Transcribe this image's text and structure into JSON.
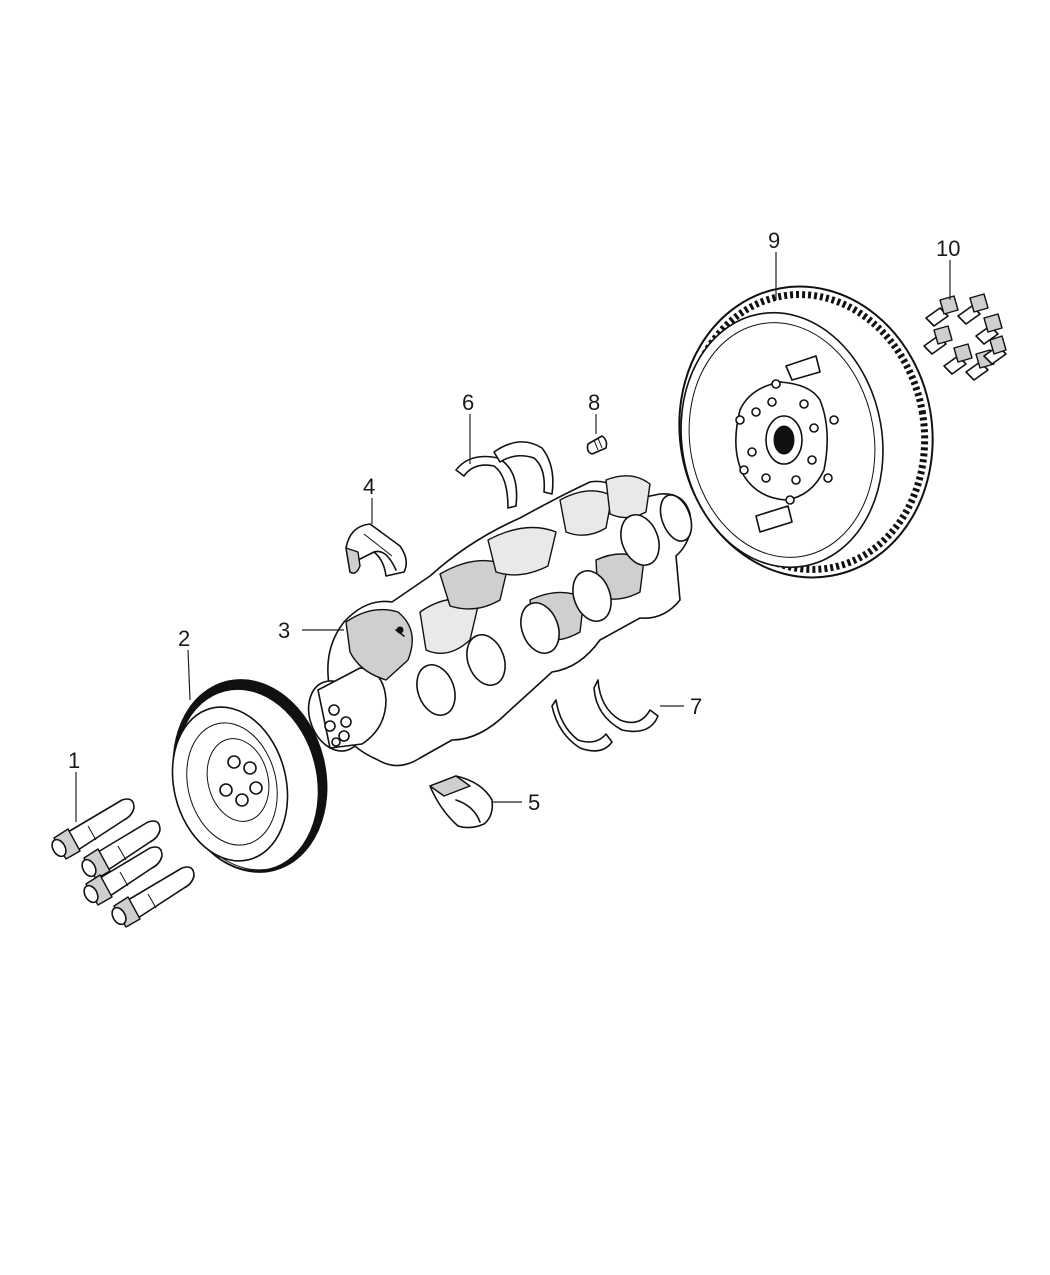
{
  "diagram": {
    "callouts": [
      {
        "id": "1",
        "text": "1"
      },
      {
        "id": "2",
        "text": "2"
      },
      {
        "id": "3",
        "text": "3"
      },
      {
        "id": "4",
        "text": "4"
      },
      {
        "id": "5",
        "text": "5"
      },
      {
        "id": "6",
        "text": "6"
      },
      {
        "id": "7",
        "text": "7"
      },
      {
        "id": "8",
        "text": "8"
      },
      {
        "id": "9",
        "text": "9"
      },
      {
        "id": "10",
        "text": "10"
      }
    ],
    "colors": {
      "line": "#111111",
      "shade": "#cfcfcf",
      "background": "#ffffff"
    }
  }
}
